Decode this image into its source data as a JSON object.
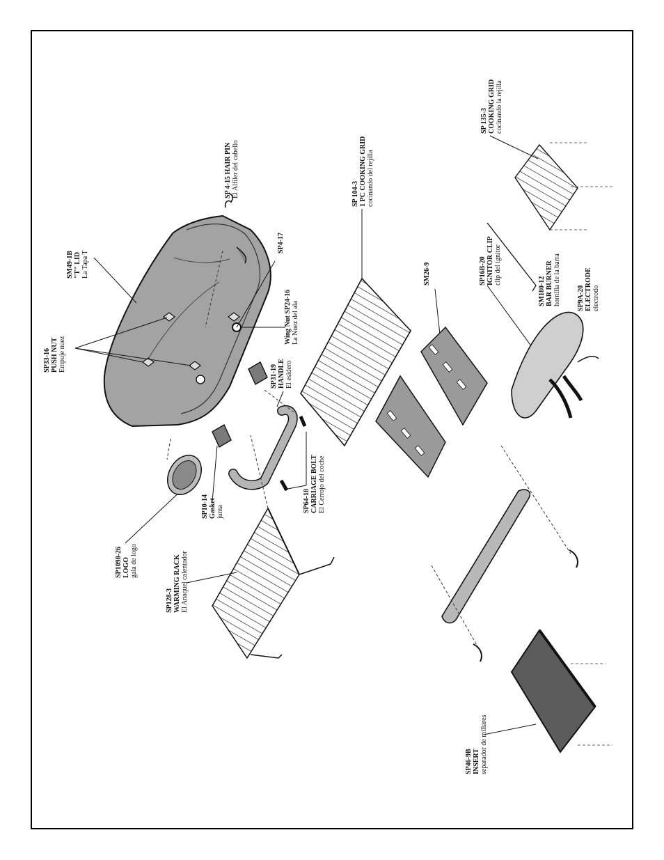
{
  "labels": {
    "hairpin": {
      "line1": "SP 4-15 HAIR PIN",
      "line2": "El Alfiler del cabello"
    },
    "lid": {
      "code": "SM49-1B",
      "name": "\"T\" LID",
      "es": "La Tapa T"
    },
    "pushnut": {
      "code": "SP33-16",
      "name": "PUSH NUT",
      "es": "Empuje nuez"
    },
    "sp417": {
      "code": "SP4-17"
    },
    "wingnut": {
      "name": "Wing Nut  SP24-16",
      "es": "La Nuez del ala"
    },
    "handle": {
      "code": "SP31-19",
      "name": "HANDLE",
      "es": "El esidero"
    },
    "bolt": {
      "code": "SP64-18",
      "name": "CARRIAGE BOLT",
      "es": "El Cerrojo del coche"
    },
    "gasket": {
      "code": "SP10-14",
      "name": "Gasket",
      "es": "junta"
    },
    "logo": {
      "code": "SP1090-26",
      "name": "LOGO",
      "es": "gala de logo"
    },
    "rack": {
      "code": "SP128-3",
      "name": "WARMING RACK",
      "es": "El Anaquel calentador"
    },
    "grid1": {
      "code": "SP 104-3",
      "name": "1 PC COOKING GRID",
      "es": "cocinando del rejilla"
    },
    "sm269": {
      "code": "SM26-9"
    },
    "clip": {
      "code": "SP16B-20",
      "name": "IGNITOR CLIP",
      "es": "clip del ignitor"
    },
    "burner": {
      "code": "SM180-12",
      "name": "BAR BURNER",
      "es": "hornilla de la barra"
    },
    "electrode": {
      "code": "SP9A-20",
      "name": "ELECTRODE",
      "es": "electrodo"
    },
    "grid3": {
      "code": "SP 135-3",
      "name": "COOKING GRID",
      "es": "cocinando la rejilla"
    },
    "insert": {
      "code": "SP46-9B",
      "name": "INSERT",
      "es": "separador de millares"
    }
  }
}
